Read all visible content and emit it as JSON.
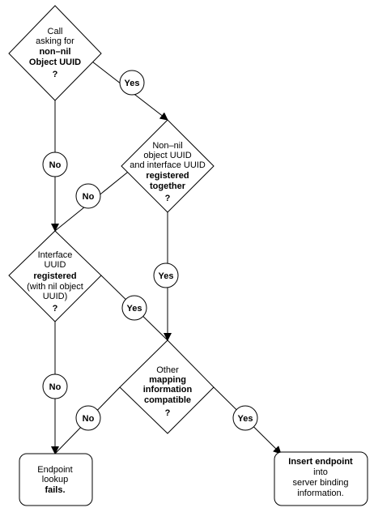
{
  "decisions": {
    "d1": {
      "lines": [
        "Call",
        "asking for",
        "non–nil",
        "Object UUID",
        "?"
      ]
    },
    "d2": {
      "lines": [
        "Non–nil",
        "object UUID",
        "and interface UUID",
        "registered",
        "together",
        "?"
      ]
    },
    "d3": {
      "lines": [
        "Interface",
        "UUID",
        "registered",
        "(with nil object",
        "UUID)",
        "?"
      ]
    },
    "d4": {
      "lines": [
        "Other",
        "mapping",
        "information",
        "compatible",
        "?"
      ]
    }
  },
  "outcomes": {
    "fail": {
      "lines": [
        "Endpoint",
        "lookup",
        "fails."
      ]
    },
    "insert": {
      "lines": [
        "Insert endpoint",
        "into",
        "server binding",
        "information."
      ]
    }
  },
  "edges": {
    "d1_yes": "Yes",
    "d1_no": "No",
    "d2_no": "No",
    "d2_yes": "Yes",
    "d3_yes": "Yes",
    "d3_no": "No",
    "d4_no": "No",
    "d4_yes": "Yes"
  }
}
